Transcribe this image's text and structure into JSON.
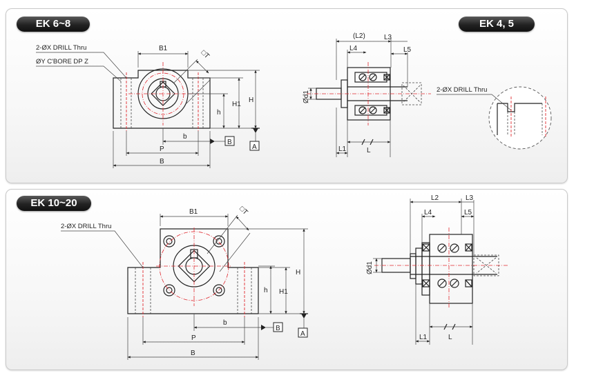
{
  "badges": {
    "top_left": "EK 6~8",
    "top_right": "EK 4, 5",
    "bottom_left": "EK  10~20"
  },
  "top_front": {
    "callout_drill": "2-ØX DRILL Thru",
    "callout_cbore": "ØY C'BORE DP Z",
    "dim_b1": "B1",
    "dim_t": "□T",
    "dim_h": "H",
    "dim_h1": "H1",
    "dim_h_small": "h",
    "dim_b_small": "b",
    "dim_p": "P",
    "dim_b": "B",
    "datum_b": "B",
    "datum_a": "A"
  },
  "top_side": {
    "dim_l2": "(L2)",
    "dim_l3": "L3",
    "dim_l4": "L4",
    "dim_l5": "L5",
    "dim_d1": "Ød1",
    "dim_l1": "L1",
    "dim_l": "L"
  },
  "top_detail": {
    "callout_drill": "2-ØX DRILL Thru"
  },
  "bot_front": {
    "callout_drill": "2-ØX DRILL Thru",
    "dim_b1": "B1",
    "dim_t": "□T",
    "dim_h": "H",
    "dim_h1": "H1",
    "dim_h_small": "h",
    "dim_b_small": "b",
    "dim_p": "P",
    "dim_b": "B",
    "datum_b": "B",
    "datum_a": "A"
  },
  "bot_side": {
    "dim_l2": "L2",
    "dim_l3": "L3",
    "dim_l4": "L4",
    "dim_l5": "L5",
    "dim_d1": "Ød1",
    "dim_l1": "L1",
    "dim_l": "L"
  }
}
